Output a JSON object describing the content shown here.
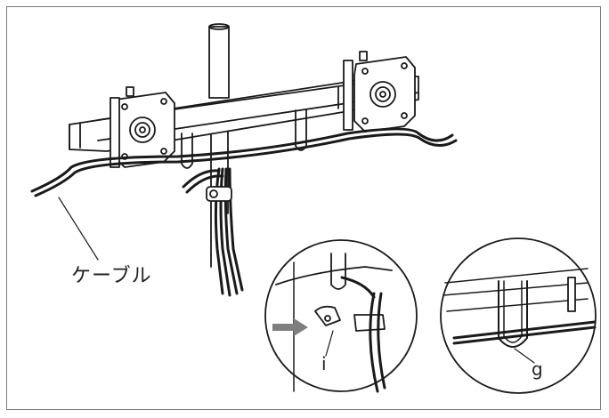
{
  "labels": {
    "cable": "ケーブル",
    "part_i": "i",
    "part_g": "g"
  },
  "colors": {
    "line": "#1a1a1a",
    "frame": "#7a7a7a",
    "arrow": "#7f7f7f"
  }
}
